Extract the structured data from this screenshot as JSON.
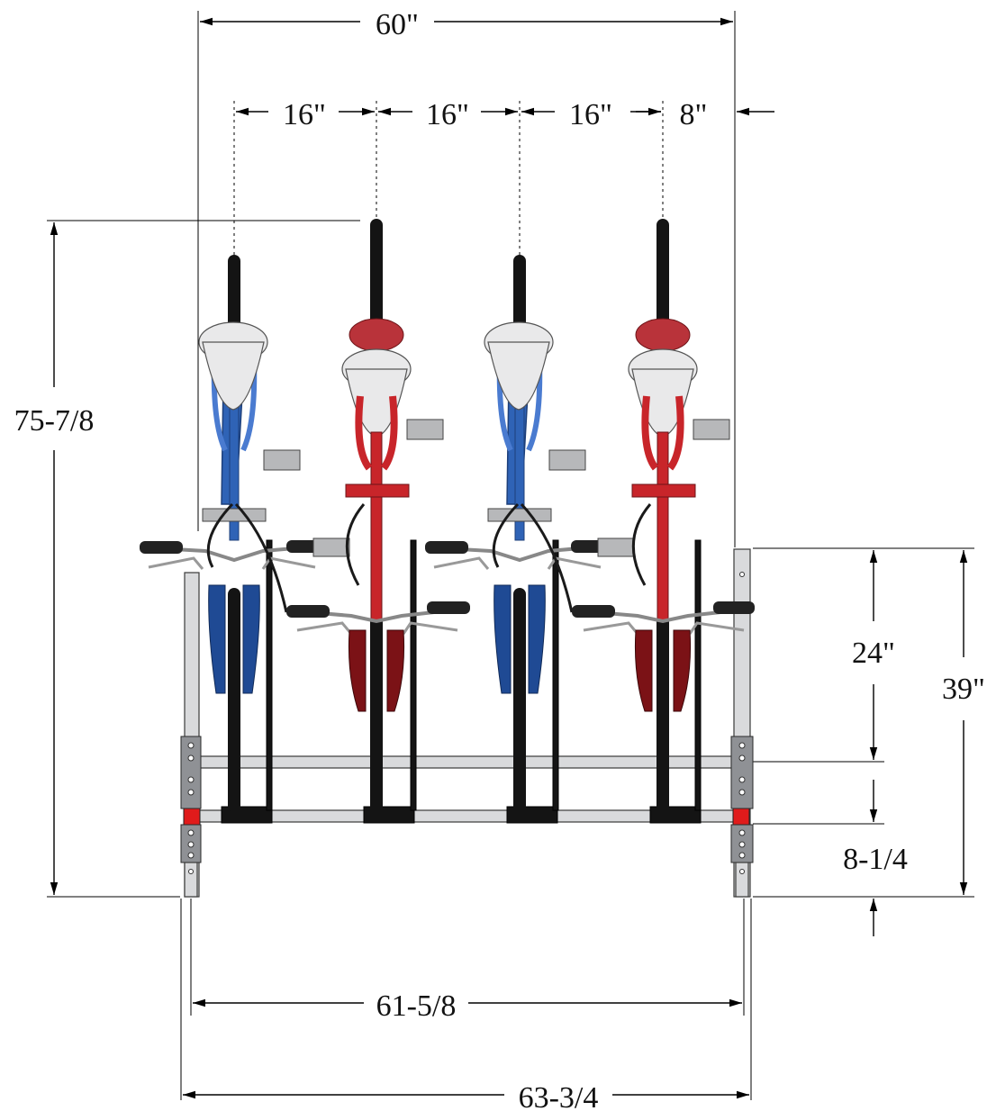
{
  "drawing": {
    "colors": {
      "blue_frame": "#2f63b6",
      "red_frame": "#c8252a",
      "rack_frame": "#d9dadc",
      "red_end_block": "#e01b1b"
    },
    "bikes": [
      {
        "frame_color": "blue"
      },
      {
        "frame_color": "red"
      },
      {
        "frame_color": "blue"
      },
      {
        "frame_color": "red"
      }
    ],
    "dimensions": {
      "overall_width_top": "60\"",
      "spacing_1": "16\"",
      "spacing_2": "16\"",
      "spacing_3": "16\"",
      "end_offset": "8\"",
      "overall_height": "75-7/8",
      "rail_height": "24\"",
      "rack_height": "39\"",
      "base_height": "8-1/4",
      "inner_width": "61-5/8",
      "outer_width": "63-3/4"
    }
  }
}
